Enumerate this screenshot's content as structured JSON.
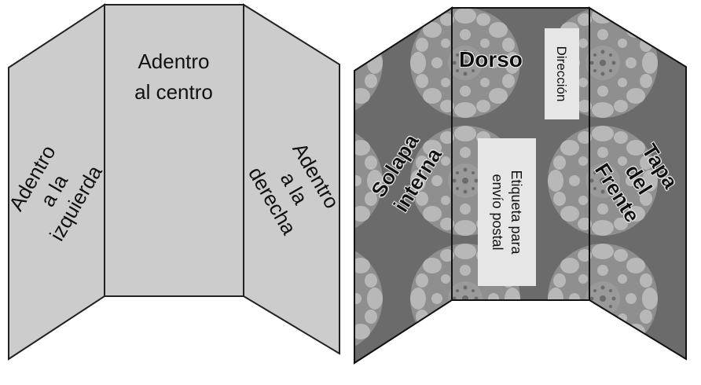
{
  "inside_view": {
    "center": {
      "line1": "Adentro",
      "line2": "al centro"
    },
    "left": {
      "line1": "Adentro",
      "line2": "a la",
      "line3": "izquierda"
    },
    "right": {
      "line1": "Adentro",
      "line2": "a la",
      "line3": "derecha"
    },
    "fill": "#cccccc"
  },
  "outside_view": {
    "left": {
      "line1": "Solapa",
      "line2": "interna"
    },
    "center": {
      "title": "Dorso",
      "address_label": "Dirección",
      "mailing_label_line1": "Etiqueta para",
      "mailing_label_line2": "envío postal"
    },
    "right": {
      "line1": "Tapa",
      "line2": "del",
      "line3": "Frente"
    },
    "fill": "#6e6e6e",
    "pattern_color": "#b4b4b4"
  }
}
